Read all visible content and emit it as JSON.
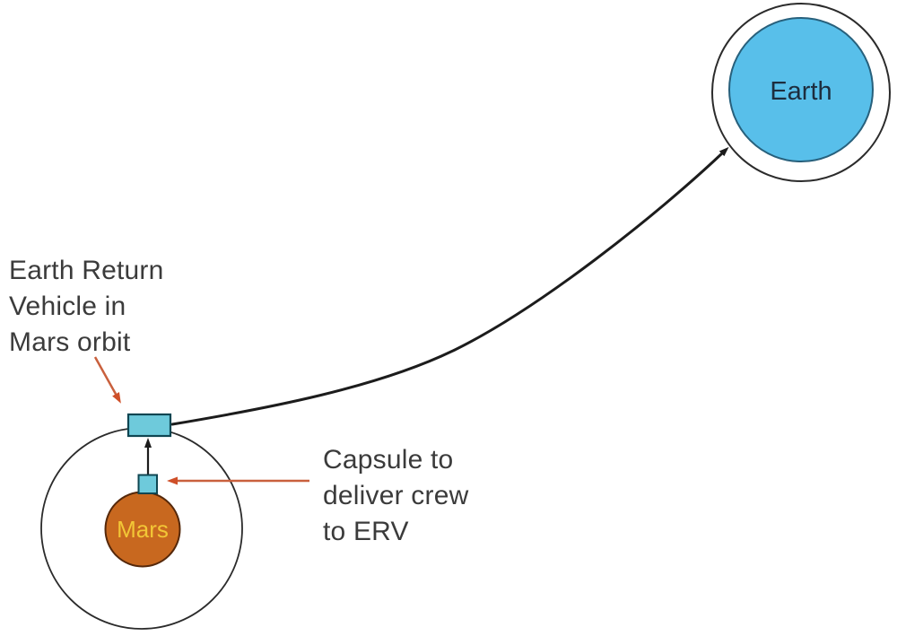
{
  "diagram": {
    "labels": {
      "earth": "Earth",
      "mars": "Mars",
      "erv_annotation": {
        "lines": [
          "Earth Return",
          "Vehicle in",
          "Mars orbit"
        ]
      },
      "capsule_annotation": {
        "lines": [
          "Capsule to",
          "deliver crew",
          "to ERV"
        ]
      }
    },
    "colors": {
      "background": "#ffffff",
      "earth_fill": "#58bfea",
      "earth_outline": "#27607c",
      "earth_text": "#1d2d3e",
      "mars_fill": "#c8681f",
      "mars_outline": "#55280a",
      "mars_text": "#f2c636",
      "vehicle_fill": "#6ecadb",
      "vehicle_outline": "#0f4652",
      "orbit_stroke": "#2b2b2b",
      "trajectory_stroke": "#1c1c1c",
      "annotation_text": "#3b3b3b",
      "annotation_arrow": "#c9603d",
      "annotation_arrow_head": "#cf4f28"
    }
  }
}
